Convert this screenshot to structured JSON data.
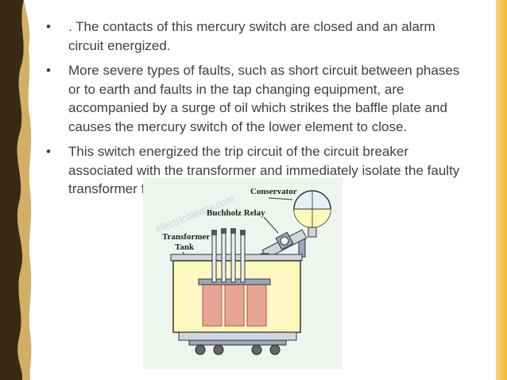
{
  "bullet_symbol": "•",
  "bullets": [
    ". The contacts of this mercury switch are closed and an alarm circuit energized.",
    "More severe types of faults, such as short circuit between phases or to earth and faults in the tap changing equipment, are accompanied by a surge of oil which strikes the baffle plate and causes the mercury switch of the lower element to close.",
    "This switch energized the trip circuit of the circuit breaker associated with the transformer and immediately isolate the faulty transformer from the rest of the electrical"
  ],
  "figure": {
    "watermark": "electricaleasy.com",
    "label_conservator": "Conservator",
    "label_buchholz": "Buchholz Relay",
    "label_tank_line1": "Transformer",
    "label_tank_line2": "Tank"
  },
  "colors": {
    "left_band": "#3a2a14",
    "right_band": "#f1c24a",
    "text": "#404040",
    "tank_fill": "#fbfab8",
    "core": "#e8a596"
  }
}
